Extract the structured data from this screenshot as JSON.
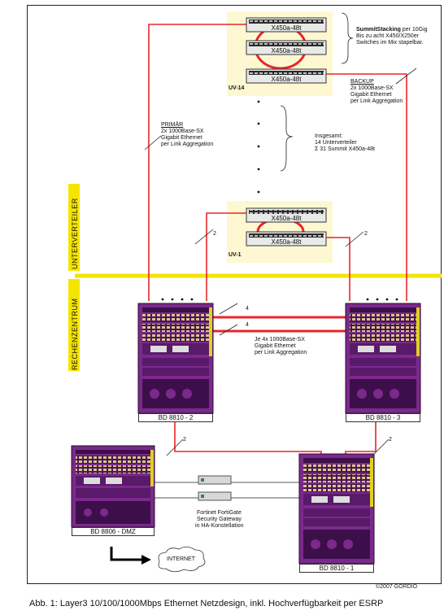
{
  "caption": "Abb. 1: Layer3 10/100/1000Mbps Ethernet Netzdesign, inkl. Hochverfügbarkeit per ESRP",
  "copyright": "©2007 GORDIO",
  "zones": {
    "unterverteiler": "UNTERVERTEILER",
    "rechenzentrum": "RECHENZENTRUM"
  },
  "uv14": {
    "label": "UV-14",
    "switches": [
      "X450a-48t",
      "X450a-48t",
      "X450a-48t"
    ]
  },
  "uv1": {
    "label": "UV-1",
    "switches": [
      "X450a-48t",
      "X450a-48t"
    ]
  },
  "notes": {
    "stacking_title": "SummitStacking",
    "stacking_rest": " per 10Gig",
    "stacking_2": "Bis zu acht X450/X250er",
    "stacking_3": "Switches im Mix stapelbar.",
    "backup_title": "BACKUP",
    "backup_1": "2x 1000Base-SX",
    "backup_2": "Gigabit Ethernet",
    "backup_3": "per Link Aggregation",
    "primar_title": "PRIMÄR",
    "primar_1": "2x 1000Base-SX",
    "primar_2": "Gigabit Ethernet",
    "primar_3": "per Link Aggregation",
    "insgesamt_1": "Insgesamt:",
    "insgesamt_2": "14 Unterverteiler",
    "insgesamt_3": "Σ 31 Summit X450a-48t",
    "je4_1": "Je 4x 1000Base-SX",
    "je4_2": "Gigabit Ethernet",
    "je4_3": "per Link Aggregation",
    "fortinet_1": "Fortinet FortiGate",
    "fortinet_2": "Security Gateway",
    "fortinet_3": "in HA-Konstellation",
    "internet": "INTERNET"
  },
  "link_counts": {
    "uv1_left": "2",
    "uv1_right": "2",
    "core_top": "4",
    "core_bottom": "4",
    "bd1_left": "2",
    "bd1_right": "2"
  },
  "chassis": {
    "bd8810_2": "BD 8810 - 2",
    "bd8810_3": "BD 8810 - 3",
    "bd8806": "BD 8806 - DMZ",
    "bd8810_1": "BD 8810 - 1"
  },
  "colors": {
    "link": "#e8262a",
    "zone_line": "#f5e400",
    "chassis": "#7a2a8a",
    "chassis_dark": "#3d0f4a",
    "stack_bg": "#fdf8d2"
  }
}
